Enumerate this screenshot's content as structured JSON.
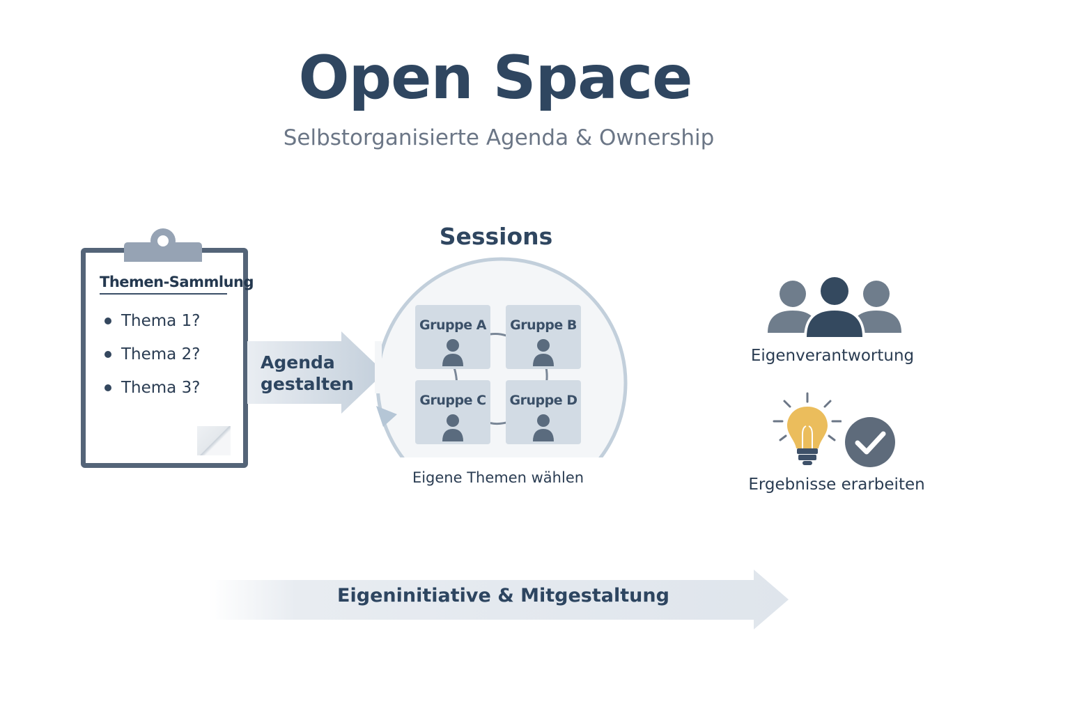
{
  "header": {
    "title": "Open Space",
    "subtitle": "Selbstorganisierte Agenda & Ownership"
  },
  "clipboard": {
    "heading": "Themen-Sammlung",
    "items": [
      "Thema 1?",
      "Thema 2?",
      "Thema 3?"
    ]
  },
  "agenda_arrow": {
    "line1": "Agenda",
    "line2": "gestalten"
  },
  "sessions": {
    "title": "Sessions",
    "groups": [
      "Gruppe A",
      "Gruppe B",
      "Gruppe C",
      "Gruppe D"
    ],
    "caption": "Eigene Themen wählen"
  },
  "outcomes": {
    "responsibility_label": "Eigenverantwortung",
    "results_label": "Ergebnisse erarbeiten"
  },
  "bottom_arrow": {
    "label": "Eigeninitiative & Mitgestaltung"
  },
  "colors": {
    "primary_dark": "#2f4660",
    "slate": "#546478",
    "group_bg": "#d2dbe4",
    "bulb_yellow": "#ebbd5c",
    "check_gray": "#5e6b7b",
    "arrow_light": "#dfe5ec"
  }
}
